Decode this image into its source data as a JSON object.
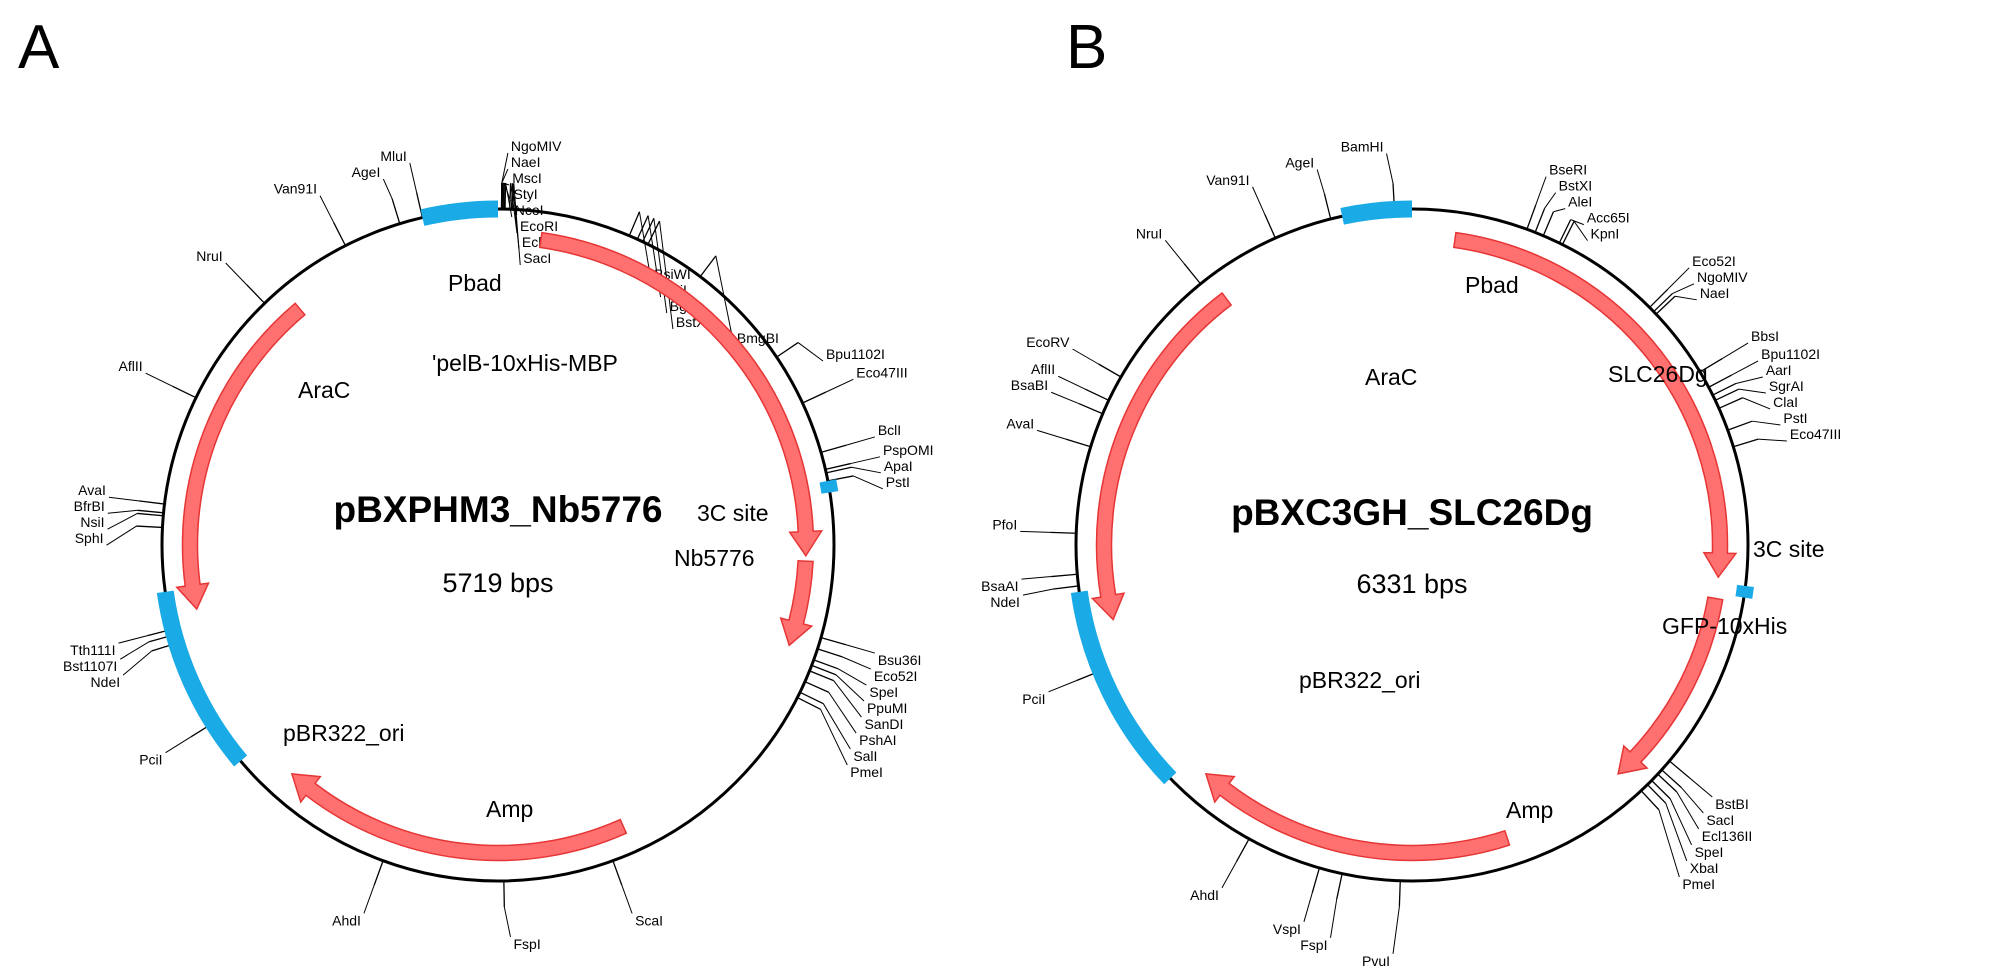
{
  "figure": {
    "colors": {
      "backbone": "#000000",
      "arrow_fill": "#ff7070",
      "arrow_stroke": "#e63535",
      "region_bar": "#1aaae6"
    },
    "panels": [
      {
        "letter": "A",
        "name": "pBXPHM3_Nb5776",
        "size": "5719 bps",
        "sites": [
          {
            "label": "NgoMIV",
            "angle": 0.6
          },
          {
            "label": "NaeI",
            "angle": 0.6
          },
          {
            "label": "MscI",
            "angle": 0.8
          },
          {
            "label": "StyI",
            "angle": 1.0
          },
          {
            "label": "NcoI",
            "angle": 1.2
          },
          {
            "label": "EcoRI",
            "angle": 2.0
          },
          {
            "label": "Ecl136II",
            "angle": 2.3
          },
          {
            "label": "SacI",
            "angle": 2.5
          },
          {
            "label": "BsiWI",
            "angle": 23
          },
          {
            "label": "PsiI",
            "angle": 24.5
          },
          {
            "label": "BglII",
            "angle": 25.5
          },
          {
            "label": "BstXI",
            "angle": 26.5
          },
          {
            "label": "BmgBI",
            "angle": 37
          },
          {
            "label": "Bpu1102I",
            "angle": 56
          },
          {
            "label": "Eco47III",
            "angle": 65
          },
          {
            "label": "BclI",
            "angle": 74
          },
          {
            "label": "PspOMI",
            "angle": 77
          },
          {
            "label": "ApaI",
            "angle": 77.6
          },
          {
            "label": "PstI",
            "angle": 79
          },
          {
            "label": "Bsu36I",
            "angle": 106
          },
          {
            "label": "Eco52I",
            "angle": 108
          },
          {
            "label": "SpeI",
            "angle": 110
          },
          {
            "label": "PpuMI",
            "angle": 111
          },
          {
            "label": "SanDI",
            "angle": 112
          },
          {
            "label": "PshAI",
            "angle": 114
          },
          {
            "label": "SalI",
            "angle": 116
          },
          {
            "label": "PmeI",
            "angle": 117
          },
          {
            "label": "ScaI",
            "angle": 160
          },
          {
            "label": "FspI",
            "angle": 179
          },
          {
            "label": "AhdI",
            "angle": 200
          },
          {
            "label": "PciI",
            "angle": 238
          },
          {
            "label": "NdeI",
            "angle": 253
          },
          {
            "label": "Bst1107I",
            "angle": 254.5
          },
          {
            "label": "Tth111I",
            "angle": 255.5
          },
          {
            "label": "SphI",
            "angle": 273
          },
          {
            "label": "NsiI",
            "angle": 275
          },
          {
            "label": "BfrBI",
            "angle": 275.5
          },
          {
            "label": "AvaI",
            "angle": 277
          },
          {
            "label": "AflII",
            "angle": 296
          },
          {
            "label": "NruI",
            "angle": 316
          },
          {
            "label": "Van91I",
            "angle": 333
          },
          {
            "label": "AgeI",
            "angle": 343
          },
          {
            "label": "MluI",
            "angle": 347
          }
        ],
        "features": [
          {
            "label": "Pbad",
            "kind": "label-only"
          },
          {
            "label": "'pelB-10xHis-MBP",
            "kind": "arrow",
            "start": 8,
            "end": 92
          },
          {
            "label": "3C site",
            "kind": "bar",
            "start": 79,
            "end": 81
          },
          {
            "label": "Nb5776",
            "kind": "arrow",
            "start": 93,
            "end": 109
          },
          {
            "label": "Amp",
            "kind": "arrow",
            "start": 156,
            "end": 222
          },
          {
            "label": "pBR322_ori",
            "kind": "bar",
            "start": 230,
            "end": 262
          },
          {
            "label": "AraC",
            "kind": "arrow",
            "start": 320,
            "end": 258
          },
          {
            "label": "",
            "kind": "bar",
            "start": 347,
            "end": 360
          }
        ]
      },
      {
        "letter": "B",
        "name": "pBXC3GH_SLC26Dg",
        "size": "6331 bps",
        "sites": [
          {
            "label": "BamHI",
            "angle": 357
          },
          {
            "label": "BseRI",
            "angle": 20
          },
          {
            "label": "BstXI",
            "angle": 21.5
          },
          {
            "label": "AleI",
            "angle": 23
          },
          {
            "label": "Acc65I",
            "angle": 26
          },
          {
            "label": "KpnI",
            "angle": 26.6
          },
          {
            "label": "Eco52I",
            "angle": 45
          },
          {
            "label": "NgoMIV",
            "angle": 46
          },
          {
            "label": "NaeI",
            "angle": 46.6
          },
          {
            "label": "BbsI",
            "angle": 59
          },
          {
            "label": "Bpu1102I",
            "angle": 62
          },
          {
            "label": "AarI",
            "angle": 63.5
          },
          {
            "label": "SgrAI",
            "angle": 64.5
          },
          {
            "label": "ClaI",
            "angle": 66
          },
          {
            "label": "PstI",
            "angle": 70
          },
          {
            "label": "Eco47III",
            "angle": 73
          },
          {
            "label": "BstBI",
            "angle": 130
          },
          {
            "label": "SacI",
            "angle": 132
          },
          {
            "label": "Ecl136II",
            "angle": 133
          },
          {
            "label": "SpeI",
            "angle": 134.5
          },
          {
            "label": "XbaI",
            "angle": 135.5
          },
          {
            "label": "PmeI",
            "angle": 137
          },
          {
            "label": "PvuI",
            "angle": 182
          },
          {
            "label": "FspI",
            "angle": 192
          },
          {
            "label": "VspI",
            "angle": 196
          },
          {
            "label": "AhdI",
            "angle": 209
          },
          {
            "label": "PciI",
            "angle": 248
          },
          {
            "label": "NdeI",
            "angle": 263
          },
          {
            "label": "BsaAI",
            "angle": 265
          },
          {
            "label": "PfoI",
            "angle": 272
          },
          {
            "label": "AvaI",
            "angle": 287
          },
          {
            "label": "BsaBI",
            "angle": 293
          },
          {
            "label": "AflII",
            "angle": 295.5
          },
          {
            "label": "EcoRV",
            "angle": 300
          },
          {
            "label": "NruI",
            "angle": 321
          },
          {
            "label": "Van91I",
            "angle": 336
          },
          {
            "label": "AgeI",
            "angle": 346
          }
        ],
        "features": [
          {
            "label": "Pbad",
            "kind": "label-only"
          },
          {
            "label": "SLC26Dg",
            "kind": "arrow",
            "start": 8,
            "end": 96
          },
          {
            "label": "3C site",
            "kind": "bar",
            "start": 97,
            "end": 99
          },
          {
            "label": "GFP-10xHis",
            "kind": "arrow",
            "start": 100,
            "end": 138
          },
          {
            "label": "Amp",
            "kind": "arrow",
            "start": 162,
            "end": 222
          },
          {
            "label": "pBR322_ori",
            "kind": "bar",
            "start": 226,
            "end": 262
          },
          {
            "label": "AraC",
            "kind": "arrow",
            "start": 323,
            "end": 256
          },
          {
            "label": "",
            "kind": "bar",
            "start": 348,
            "end": 360
          }
        ]
      }
    ]
  }
}
